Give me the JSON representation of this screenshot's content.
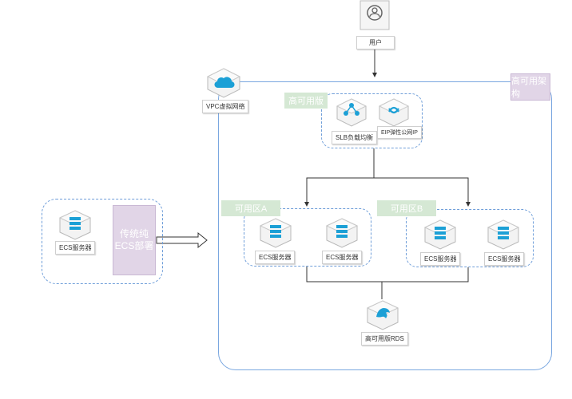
{
  "user": {
    "label": "用户",
    "icon": "user-icon"
  },
  "vpc": {
    "label": "VPC虚拟网络",
    "icon": "vpc-cloud-icon"
  },
  "ha_arch": {
    "label": "高可用架构"
  },
  "ha_group": {
    "label": "高可用版",
    "slb": {
      "label": "SLB负载均衡",
      "icon": "slb-icon"
    },
    "eip": {
      "label": "EIP弹性公网IP",
      "icon": "eip-icon"
    }
  },
  "zone_a": {
    "label": "可用区A",
    "servers": [
      {
        "label": "ECS服务器"
      },
      {
        "label": "ECS服务器"
      }
    ]
  },
  "zone_b": {
    "label": "可用区B",
    "servers": [
      {
        "label": "ECS服务器"
      },
      {
        "label": "ECS服务器"
      }
    ]
  },
  "rds": {
    "label": "高可用版RDS",
    "icon": "rds-icon"
  },
  "traditional": {
    "server_label": "ECS服务器",
    "deploy_label_line1": "传统纯",
    "deploy_label_line2": "ECS部署"
  },
  "colors": {
    "accent": "#1ca0d6",
    "dashed_border": "#6f9ed9",
    "green_tag": "#d5e8d4",
    "purple_tag": "#e1d5e7"
  }
}
